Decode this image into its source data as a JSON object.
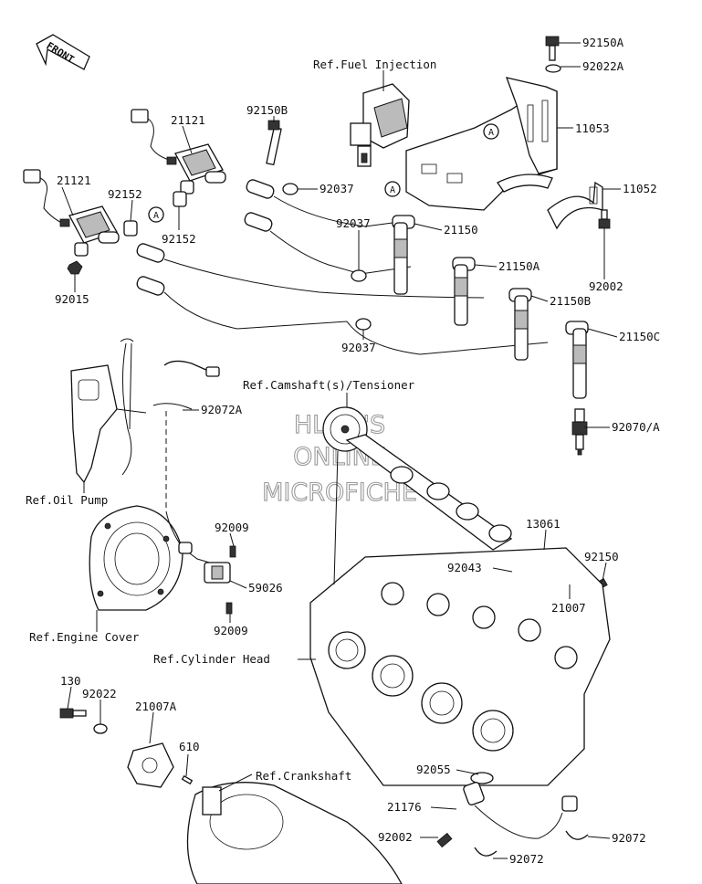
{
  "watermark": [
    "HLSM'S",
    "ONLINE",
    "MICROFICHE"
  ],
  "front_label": "FRONT",
  "ref_marker": "A",
  "labels": {
    "p92150A": "92150A",
    "p92022A": "92022A",
    "ref_fuel": "Ref.Fuel Injection",
    "p11053": "11053",
    "p21121_top": "21121",
    "p92150B": "92150B",
    "p21121_left": "21121",
    "p92152_a": "92152",
    "p92037_a": "92037",
    "p11052": "11052",
    "p92152_b": "92152",
    "p21150": "21150",
    "p92037_b": "92037",
    "p21150A": "21150A",
    "p92002_top": "92002",
    "p92015": "92015",
    "p21150B": "21150B",
    "p21150C": "21150C",
    "p92037_c": "92037",
    "ref_cam": "Ref.Camshaft(s)/Tensioner",
    "p92072A": "92072A",
    "p92070A": "92070/A",
    "ref_oil": "Ref.Oil Pump",
    "p92009_a": "92009",
    "p13061": "13061",
    "p92043": "92043",
    "p92150": "92150",
    "p59026": "59026",
    "p21007": "21007",
    "ref_engine": "Ref.Engine Cover",
    "p92009_b": "92009",
    "ref_cyl": "Ref.Cylinder Head",
    "p130": "130",
    "p92022": "92022",
    "p21007A": "21007A",
    "p610": "610",
    "ref_crank": "Ref.Crankshaft",
    "p92055": "92055",
    "p21176": "21176",
    "p92002_bot": "92002",
    "p92072_a": "92072",
    "p92072_b": "92072"
  }
}
